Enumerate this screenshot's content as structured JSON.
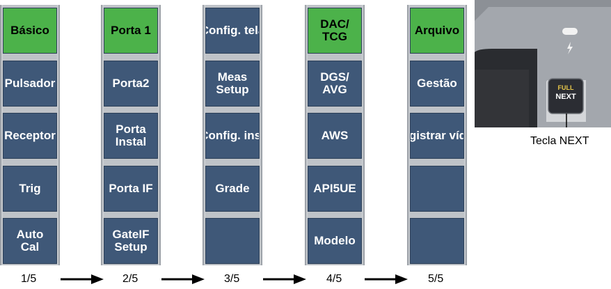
{
  "columns": [
    {
      "page": "1/5",
      "buttons": [
        {
          "label": "Básico",
          "active": true
        },
        {
          "label": "Pulsador",
          "active": false
        },
        {
          "label": "Receptor",
          "active": false
        },
        {
          "label": "Trig",
          "active": false
        },
        {
          "label": "Auto\nCal",
          "active": false
        }
      ]
    },
    {
      "page": "2/5",
      "buttons": [
        {
          "label": "Porta 1",
          "active": true
        },
        {
          "label": "Porta2",
          "active": false
        },
        {
          "label": "Porta\nInstal",
          "active": false
        },
        {
          "label": "Porta IF",
          "active": false
        },
        {
          "label": "GateIF\nSetup",
          "active": false
        }
      ]
    },
    {
      "page": "3/5",
      "buttons": [
        {
          "label": "Config. tela",
          "active": false
        },
        {
          "label": "Meas\nSetup",
          "active": false
        },
        {
          "label": "Config. inst",
          "active": false
        },
        {
          "label": "Grade",
          "active": false
        },
        {
          "label": "",
          "active": false
        }
      ]
    },
    {
      "page": "4/5",
      "buttons": [
        {
          "label": "DAC/\nTCG",
          "active": true
        },
        {
          "label": "DGS/\nAVG",
          "active": false
        },
        {
          "label": "AWS",
          "active": false
        },
        {
          "label": "API5UE",
          "active": false
        },
        {
          "label": "Modelo",
          "active": false
        }
      ]
    },
    {
      "page": "5/5",
      "buttons": [
        {
          "label": "Arquivo",
          "active": true
        },
        {
          "label": "Gestão",
          "active": false
        },
        {
          "label": "Registrar vídeo",
          "active": false
        },
        {
          "label": "",
          "active": false
        },
        {
          "label": "",
          "active": false
        }
      ]
    }
  ],
  "key": {
    "key_top": "FULL",
    "key_bottom": "NEXT",
    "caption": "Tecla NEXT"
  },
  "colors": {
    "button": "#3f5878",
    "active": "#4cb24a",
    "bezel": "#bfc3c8"
  }
}
